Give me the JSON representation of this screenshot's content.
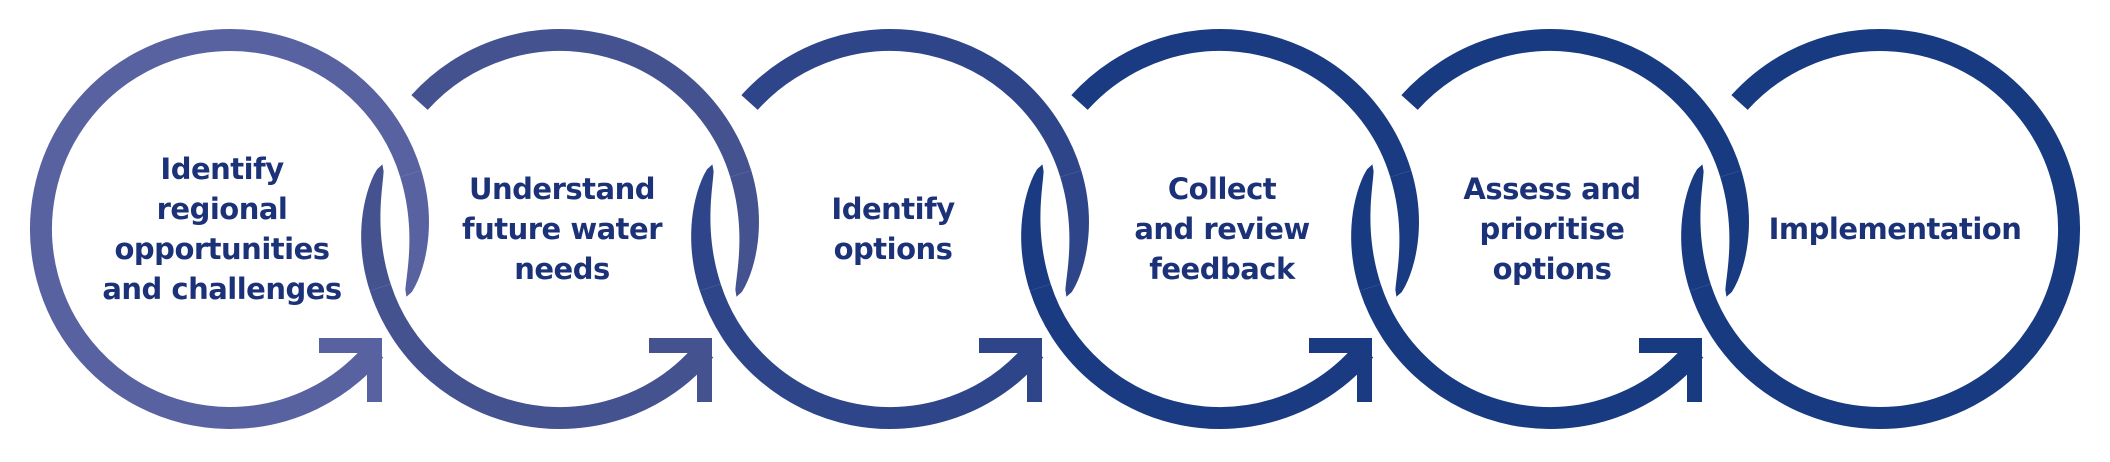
{
  "steps": [
    {
      "label": "Identify\nregional\nopportunities\nand challenges",
      "color": "#5862a0"
    },
    {
      "label": "Understand\nfuture water\nneeds",
      "color": "#44528f"
    },
    {
      "label": "Identify\noptions",
      "color": "#2f4589"
    },
    {
      "label": "Collect\nand review\nfeedback",
      "color": "#1a3b81"
    },
    {
      "label": "Assess and\nprioritise\noptions",
      "color": "#173a80"
    },
    {
      "label": "Implementation",
      "color": "#173a80"
    }
  ],
  "text_color": "#1b3278"
}
